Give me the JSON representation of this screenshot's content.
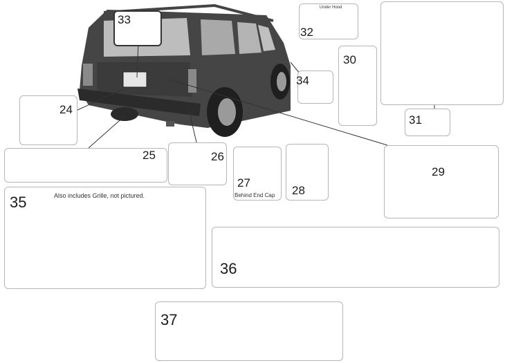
{
  "parts": {
    "p24": "24",
    "p25": "25",
    "p26": "26",
    "p27": "27",
    "p28": "28",
    "p29": "29",
    "p30": "30",
    "p31": "31",
    "p32": "32",
    "p33": "33",
    "p34": "34",
    "p35": "35",
    "p36": "36",
    "p37": "37"
  },
  "notes": {
    "under_hood": "Under Hood",
    "behind_end_cap": "Behind End Cap",
    "grille_note": "Also includes Grille, not pictured."
  },
  "colors": {
    "part_fill": "#3a3a3a",
    "part_dark": "#222222",
    "panel_border": "#b5b5b5",
    "leader": "#333333"
  }
}
